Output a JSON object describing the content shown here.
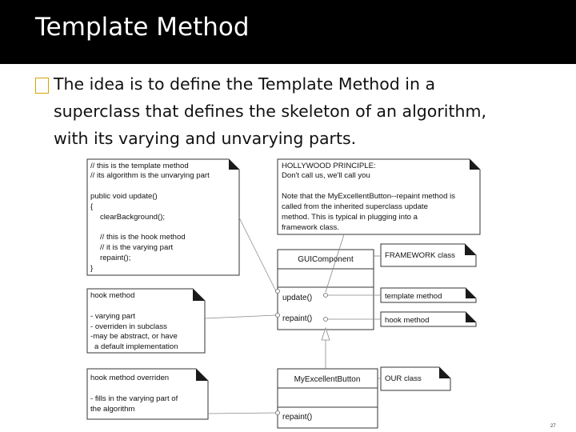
{
  "slide": {
    "title": "Template Method",
    "bullet": [
      "The idea is to define the Template Method in a",
      "superclass that defines the skeleton of an algorithm,",
      "with its varying and unvarying parts."
    ],
    "page_number": "27"
  },
  "notes": {
    "code": [
      "// this is the template method",
      "// its algorithm is the unvarying part",
      "",
      "public void update()",
      "{",
      "    clearBackground();",
      "",
      "    // this is the hook method",
      "    // it is the varying part",
      "    repaint();",
      "}"
    ],
    "hook": [
      "hook method",
      "",
      "- varying part",
      "- overriden in subclass",
      "-may be abstract, or have",
      "  a default implementation"
    ],
    "override": [
      "hook method overriden",
      "",
      "- fills in the varying part of",
      "the algorithm"
    ],
    "hollywood": [
      "HOLLYWOOD PRINCIPLE:",
      "Don't call us, we'll call you",
      "",
      "Note that the MyExcellentButton--repaint method is",
      "called from the inherited superclass update",
      "method. This is typical in plugging into a",
      "framework class."
    ],
    "framework": "FRAMEWORK class",
    "template": "template method",
    "hook_label": "hook method",
    "our": "OUR class"
  },
  "classes": {
    "gui": {
      "name": "GUIComponent",
      "methods": [
        "update()",
        "repaint()"
      ]
    },
    "button": {
      "name": "MyExcellentButton",
      "methods": [
        "repaint()"
      ]
    }
  }
}
